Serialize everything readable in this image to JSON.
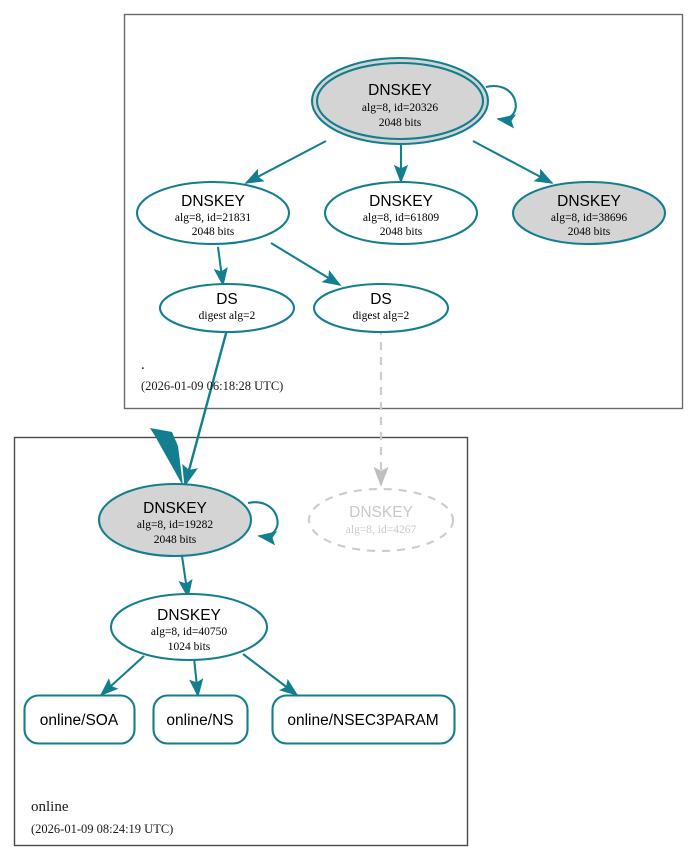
{
  "diagram": {
    "type": "dnssec-authentication-chain",
    "colors": {
      "accent_teal": "#137f8e",
      "secure_fill": "#d4d4d4",
      "insecure_stroke": "#cccccc",
      "zone_border": "#555555",
      "text": "#000000"
    },
    "zones": [
      {
        "id": "root",
        "name": ".",
        "timestamp": "(2026-01-09 06:18:28 UTC)"
      },
      {
        "id": "online",
        "name": "online",
        "timestamp": "(2026-01-09 08:24:19 UTC)"
      }
    ],
    "nodes": [
      {
        "id": "dnskey-20326",
        "zone": "root",
        "kind": "dnskey",
        "shape": "double-ellipse",
        "state": "secure-anchor",
        "title": "DNSKEY",
        "line2": "alg=8, id=20326",
        "line3": "2048 bits",
        "self_signed": true
      },
      {
        "id": "dnskey-21831",
        "zone": "root",
        "kind": "dnskey",
        "shape": "ellipse",
        "state": "signed",
        "title": "DNSKEY",
        "line2": "alg=8, id=21831",
        "line3": "2048 bits",
        "self_signed": false
      },
      {
        "id": "dnskey-61809",
        "zone": "root",
        "kind": "dnskey",
        "shape": "ellipse",
        "state": "signed",
        "title": "DNSKEY",
        "line2": "alg=8, id=61809",
        "line3": "2048 bits",
        "self_signed": false
      },
      {
        "id": "dnskey-38696",
        "zone": "root",
        "kind": "dnskey",
        "shape": "ellipse",
        "state": "secure",
        "title": "DNSKEY",
        "line2": "alg=8, id=38696",
        "line3": "2048 bits",
        "self_signed": false
      },
      {
        "id": "ds-left",
        "zone": "root",
        "kind": "ds",
        "shape": "ellipse",
        "state": "signed",
        "title": "DS",
        "line2": "digest alg=2",
        "line3": ""
      },
      {
        "id": "ds-right",
        "zone": "root",
        "kind": "ds",
        "shape": "ellipse",
        "state": "signed",
        "title": "DS",
        "line2": "digest alg=2",
        "line3": ""
      },
      {
        "id": "dnskey-19282",
        "zone": "online",
        "kind": "dnskey",
        "shape": "ellipse",
        "state": "secure",
        "title": "DNSKEY",
        "line2": "alg=8, id=19282",
        "line3": "2048 bits",
        "self_signed": true
      },
      {
        "id": "dnskey-4267",
        "zone": "online",
        "kind": "dnskey",
        "shape": "ellipse-dashed",
        "state": "insecure",
        "title": "DNSKEY",
        "line2": "alg=8, id=4267",
        "line3": ""
      },
      {
        "id": "dnskey-40750",
        "zone": "online",
        "kind": "dnskey",
        "shape": "ellipse",
        "state": "signed",
        "title": "DNSKEY",
        "line2": "alg=8, id=40750",
        "line3": "1024 bits",
        "self_signed": false
      },
      {
        "id": "rrset-soa",
        "zone": "online",
        "kind": "rrset",
        "shape": "rounded-rect",
        "state": "signed",
        "title": "online/SOA"
      },
      {
        "id": "rrset-ns",
        "zone": "online",
        "kind": "rrset",
        "shape": "rounded-rect",
        "state": "signed",
        "title": "online/NS"
      },
      {
        "id": "rrset-nsec3param",
        "zone": "online",
        "kind": "rrset",
        "shape": "rounded-rect",
        "state": "signed",
        "title": "online/NSEC3PARAM"
      }
    ],
    "edges": [
      {
        "from": "dnskey-20326",
        "to": "dnskey-20326",
        "style": "solid-teal",
        "kind": "self-sign"
      },
      {
        "from": "dnskey-20326",
        "to": "dnskey-21831",
        "style": "solid-teal",
        "kind": "rrsig"
      },
      {
        "from": "dnskey-20326",
        "to": "dnskey-61809",
        "style": "solid-teal",
        "kind": "rrsig"
      },
      {
        "from": "dnskey-20326",
        "to": "dnskey-38696",
        "style": "solid-teal",
        "kind": "rrsig"
      },
      {
        "from": "dnskey-21831",
        "to": "ds-left",
        "style": "solid-teal",
        "kind": "rrsig"
      },
      {
        "from": "dnskey-21831",
        "to": "ds-right",
        "style": "solid-teal",
        "kind": "rrsig"
      },
      {
        "from": "ds-left",
        "to": "dnskey-19282",
        "style": "solid-teal-thick",
        "kind": "delegation"
      },
      {
        "from": "ds-right",
        "to": "dnskey-4267",
        "style": "dashed-grey",
        "kind": "broken-delegation"
      },
      {
        "from": "dnskey-19282",
        "to": "dnskey-19282",
        "style": "solid-teal",
        "kind": "self-sign"
      },
      {
        "from": "dnskey-19282",
        "to": "dnskey-40750",
        "style": "solid-teal",
        "kind": "rrsig"
      },
      {
        "from": "dnskey-40750",
        "to": "rrset-soa",
        "style": "solid-teal",
        "kind": "rrsig"
      },
      {
        "from": "dnskey-40750",
        "to": "rrset-ns",
        "style": "solid-teal",
        "kind": "rrsig"
      },
      {
        "from": "dnskey-40750",
        "to": "rrset-nsec3param",
        "style": "solid-teal",
        "kind": "rrsig"
      }
    ]
  }
}
